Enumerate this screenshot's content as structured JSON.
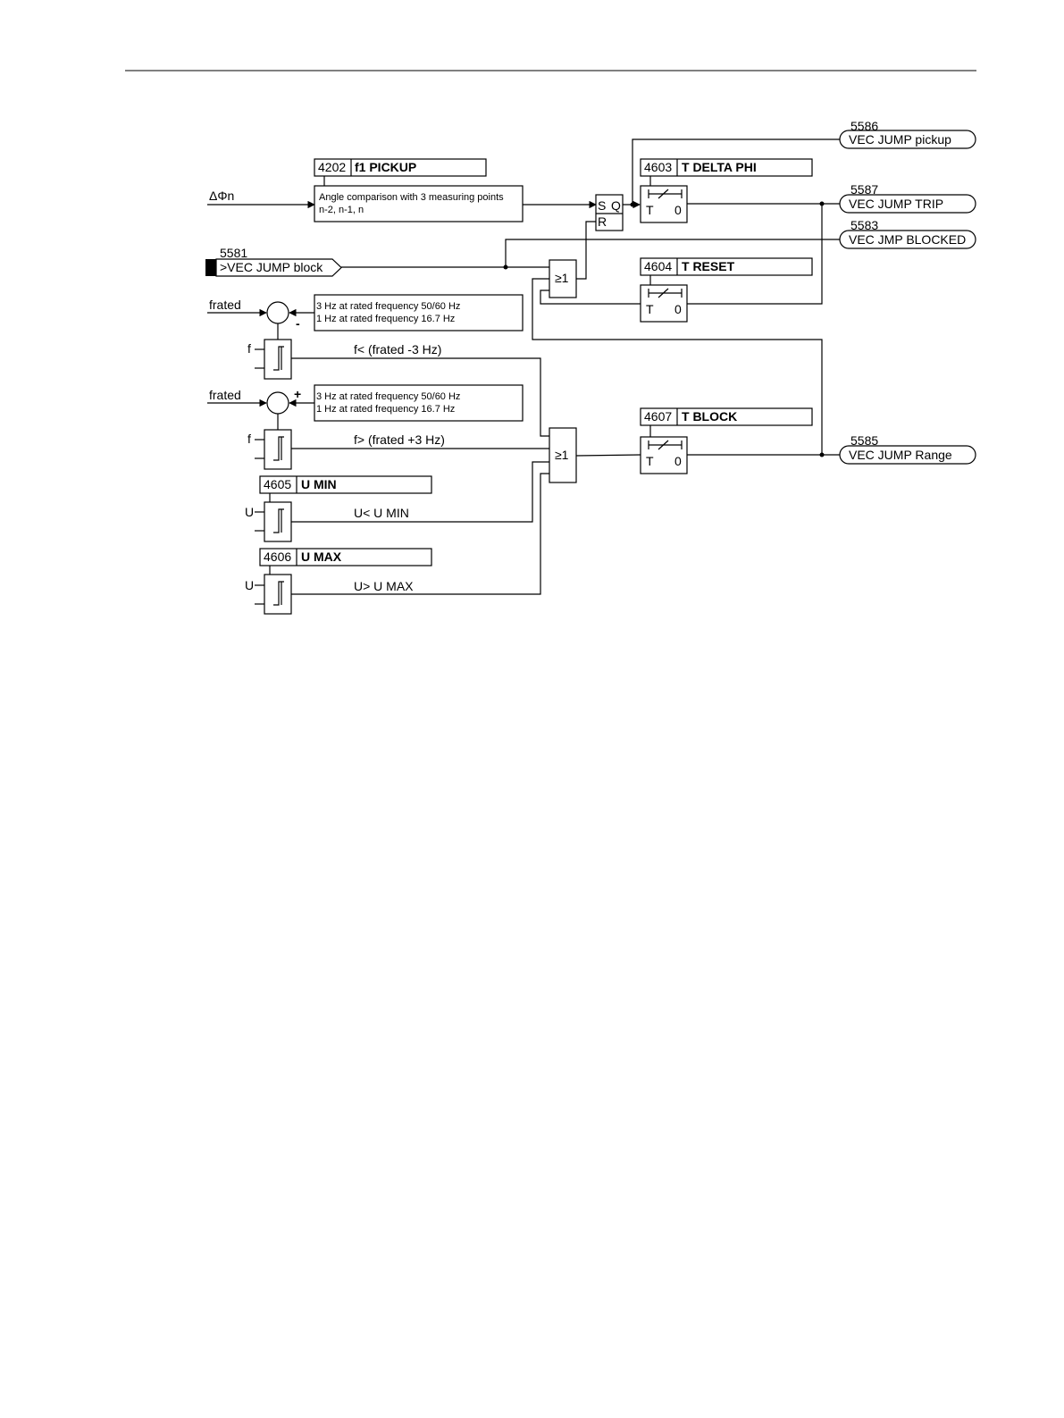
{
  "delta_phi_input": "ΔΦn",
  "block_input": {
    "number": "5581",
    "label": ">VEC JUMP block"
  },
  "params": {
    "f1_pickup": {
      "addr": "4202",
      "name": "f1 PICKUP"
    },
    "t_delta_phi": {
      "addr": "4603",
      "name": "T DELTA PHI"
    },
    "t_reset": {
      "addr": "4604",
      "name": "T RESET"
    },
    "t_block": {
      "addr": "4607",
      "name": "T BLOCK"
    },
    "u_min": {
      "addr": "4605",
      "name": "U MIN"
    },
    "u_max": {
      "addr": "4606",
      "name": "U MAX"
    }
  },
  "angle_box": {
    "line1": "Angle comparison with 3 measuring points",
    "line2": "n-2, n-1, n"
  },
  "freq_box": {
    "line1": "3 Hz at rated frequency 50/60 Hz",
    "line2": "1 Hz at rated frequency 16.7 Hz"
  },
  "frated_label": "frated",
  "f_label": "f",
  "u_label": "U",
  "minus_sign": "-",
  "plus_sign": "+",
  "signals": {
    "f_low": "f< (frated -3 Hz)",
    "f_high": "f> (frated +3 Hz)",
    "u_low": "U< U MIN",
    "u_high": "U> U MAX"
  },
  "flipflop": {
    "s": "S",
    "q": "Q",
    "r": "R"
  },
  "or_gate_label": "≥1",
  "timer": {
    "t": "T",
    "zero": "0"
  },
  "outputs": [
    {
      "number": "5586",
      "label": "VEC JUMP pickup"
    },
    {
      "number": "5587",
      "label": "VEC JUMP TRIP"
    },
    {
      "number": "5583",
      "label": "VEC JMP BLOCKED"
    },
    {
      "number": "5585",
      "label": "VEC JUMP Range"
    }
  ]
}
